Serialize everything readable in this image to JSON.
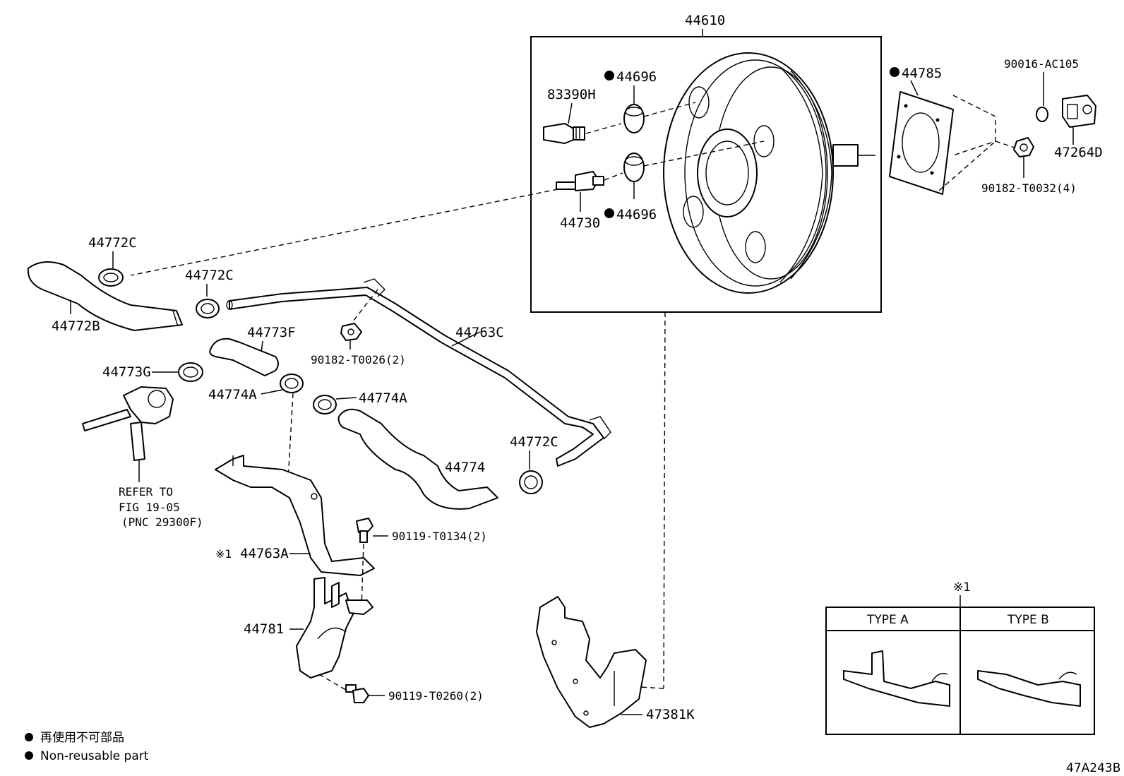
{
  "figure_code": "47A243B",
  "labels": {
    "assembly": "44610",
    "booster_gasket": "44785",
    "clip_top": "90016-AC105",
    "bracket_top_right": "47264D",
    "nut_booster": "90182-T0032(4)",
    "vacuum_sensor": "83390H",
    "grommet_upper": "44696",
    "grommet_lower": "44696",
    "check_valve": "44730",
    "clamp_a": "44772C",
    "clamp_b": "44772C",
    "clamp_c": "44772C",
    "hose_b": "44772B",
    "hose_f": "44773F",
    "nut_tube": "90182-T0026(2)",
    "vacuum_tube": "44763C",
    "clamp_g": "44773G",
    "clamp_a1": "44774A",
    "clamp_a2": "44774A",
    "hose_44774": "44774",
    "bolt_upper": "90119-T0134(2)",
    "bracket_a_prefix": "※1",
    "bracket_a": "44763A",
    "bracket_44781": "44781",
    "bolt_lower": "90119-T0260(2)",
    "bracket_47381k": "47381K",
    "refer_line1": "REFER TO",
    "refer_line2": "FIG 19-05",
    "refer_line3": "(PNC 29300F)"
  },
  "legend": {
    "line_jp": "再使用不可部品",
    "line_en": "Non-reusable part"
  },
  "type_table": {
    "note": "※1",
    "type_a": "TYPE A",
    "type_b": "TYPE B"
  }
}
